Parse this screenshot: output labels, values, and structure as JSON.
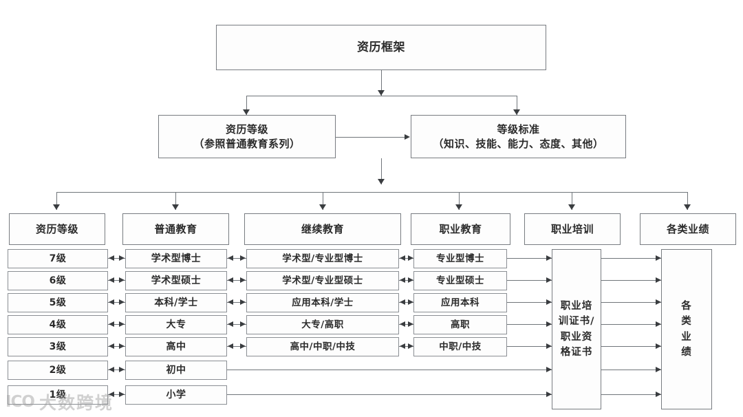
{
  "diagram": {
    "title_box": {
      "label": "资历框架"
    },
    "tier2": [
      {
        "id": "level",
        "line1": "资历等级",
        "line2": "（参照普通教育系列）"
      },
      {
        "id": "standard",
        "line1": "等级标准",
        "line2": "（知识、技能、能力、态度、其他）"
      }
    ],
    "columns": [
      {
        "id": "qual-level",
        "header": "资历等级"
      },
      {
        "id": "general-edu",
        "header": "普通教育"
      },
      {
        "id": "continue-edu",
        "header": "继续教育"
      },
      {
        "id": "voc-edu",
        "header": "职业教育"
      },
      {
        "id": "voc-train",
        "header": "职业培训"
      },
      {
        "id": "achievements",
        "header": "各类业绩"
      }
    ],
    "rows": [
      {
        "level": "7级",
        "general": "学术型博士",
        "continuing": "学术型/专业型博士",
        "vocational": "专业型博士"
      },
      {
        "level": "6级",
        "general": "学术型硕士",
        "continuing": "学术型/专业型硕士",
        "vocational": "专业型硕士"
      },
      {
        "level": "5级",
        "general": "本科/学士",
        "continuing": "应用本科/学士",
        "vocational": "应用本科"
      },
      {
        "level": "4级",
        "general": "大专",
        "continuing": "大专/高职",
        "vocational": "高职"
      },
      {
        "level": "3级",
        "general": "高中",
        "continuing": "高中/中职/中技",
        "vocational": "中职/中技"
      },
      {
        "level": "2级",
        "general": "初中",
        "continuing": "",
        "vocational": ""
      },
      {
        "level": "1级",
        "general": "小学",
        "continuing": "",
        "vocational": ""
      }
    ],
    "tall_boxes": [
      {
        "id": "certificate",
        "label": "职业培训证书/职业资格证书",
        "lines": [
          "职业培",
          "训证书/",
          "职业资",
          "格证书"
        ]
      },
      {
        "id": "achievement",
        "label": "各类业绩",
        "lines": [
          "各",
          "类",
          "业",
          "绩"
        ]
      }
    ],
    "watermark": {
      "logo": "ICO",
      "text": "大数跨境"
    },
    "colors": {
      "background": "#ffffff",
      "box_border": "#777b80",
      "connector": "#6f7479",
      "arrow": "#3a3d40",
      "text": "#2b2b2b"
    }
  }
}
